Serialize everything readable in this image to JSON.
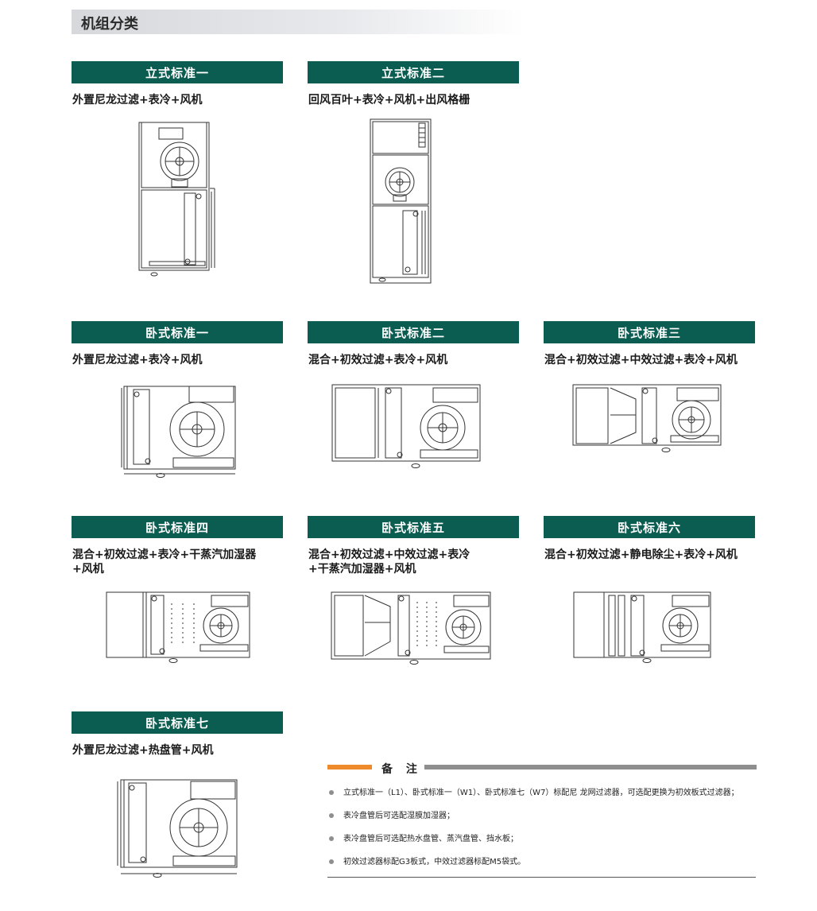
{
  "section_title": "机组分类",
  "cards": {
    "v1": {
      "title": "立式标准一",
      "desc": "外置尼龙过滤+表冷+风机"
    },
    "v2": {
      "title": "立式标准二",
      "desc": "回风百叶+表冷+风机+出风格栅"
    },
    "h1": {
      "title": "卧式标准一",
      "desc": "外置尼龙过滤+表冷+风机"
    },
    "h2": {
      "title": "卧式标准二",
      "desc": "混合+初效过滤+表冷+风机"
    },
    "h3": {
      "title": "卧式标准三",
      "desc": "混合+初效过滤+中效过滤+表冷+风机"
    },
    "h4": {
      "title": "卧式标准四",
      "desc": "混合+初效过滤+表冷+干蒸汽加湿器",
      "desc2": "+风机"
    },
    "h5": {
      "title": "卧式标准五",
      "desc": "混合+初效过滤+中效过滤+表冷",
      "desc2": "+干蒸汽加湿器+风机"
    },
    "h6": {
      "title": "卧式标准六",
      "desc": "混合+初效过滤+静电除尘+表冷+风机"
    },
    "h7": {
      "title": "卧式标准七",
      "desc": "外置尼龙过滤+热盘管+风机"
    }
  },
  "notes": {
    "title": "备 注",
    "items": [
      "立式标准一（L1）、卧式标准一（W1）、卧式标准七（W7）标配尼 龙网过滤器，可选配更换为初效板式过滤器；",
      "表冷盘管后可选配湿膜加湿器；",
      "表冷盘管后可选配热水盘管、蒸汽盘管、挡水板；",
      "初效过滤器标配G3板式，中效过滤器标配M5袋式。"
    ]
  },
  "colors": {
    "header_green": "#0c5d51",
    "accent_orange": "#ef8a2a",
    "divider_grey": "#8e8e8e"
  }
}
